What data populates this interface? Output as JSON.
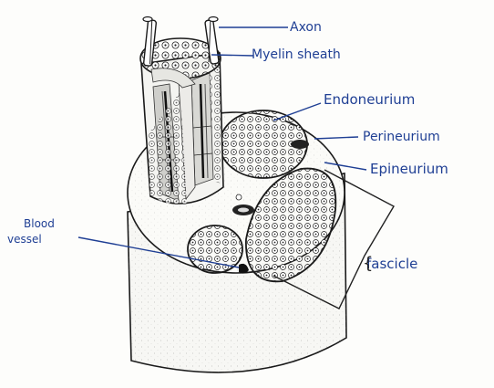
{
  "labels": {
    "axon": "Axon",
    "myelin_sheath": "Myelin sheath",
    "endoneurium": "Endoneurium",
    "perineurium": "Perineurium",
    "epineurium": "Epineurium",
    "blood_vessel_line1": "Blood",
    "blood_vessel_line2": "vessel",
    "fascicle": "fascicle"
  },
  "colors": {
    "ink": "#1a1a1a",
    "label_ink": "#1f3f94",
    "paper": "#fdfdfb"
  }
}
